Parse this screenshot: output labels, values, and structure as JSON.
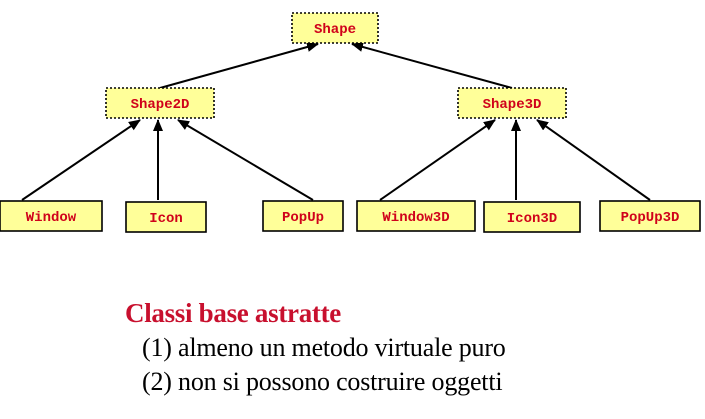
{
  "diagram": {
    "nodes": {
      "shape": "Shape",
      "shape2d": "Shape2D",
      "shape3d": "Shape3D",
      "window": "Window",
      "icon": "Icon",
      "popup": "PopUp",
      "window3d": "Window3D",
      "icon3d": "Icon3D",
      "popup3d": "PopUp3D"
    },
    "edges": [
      [
        "shape2d",
        "shape"
      ],
      [
        "shape3d",
        "shape"
      ],
      [
        "window",
        "shape2d"
      ],
      [
        "icon",
        "shape2d"
      ],
      [
        "popup",
        "shape2d"
      ],
      [
        "window3d",
        "shape3d"
      ],
      [
        "icon3d",
        "shape3d"
      ],
      [
        "popup3d",
        "shape3d"
      ]
    ],
    "abstract_nodes": [
      "shape",
      "shape2d",
      "shape3d"
    ]
  },
  "caption": {
    "title": "Classi base astratte",
    "items": [
      "(1) almeno un metodo virtuale puro",
      "(2) non si possono costruire oggetti"
    ]
  },
  "colors": {
    "box_fill": "#ffff99",
    "label_text": "#d0021b",
    "caption_title": "#c8102e",
    "caption_body": "#000000"
  }
}
